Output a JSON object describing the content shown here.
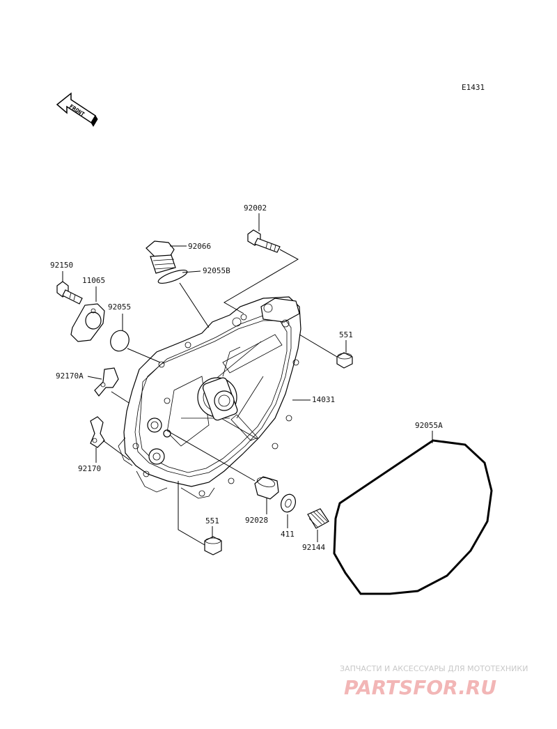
{
  "diagram_code": "E1431",
  "front_label": "FRONT",
  "parts": {
    "p92002": "92002",
    "p92066": "92066",
    "p92055B": "92055B",
    "p92150": "92150",
    "p11065": "11065",
    "p92055": "92055",
    "p551_top": "551",
    "p14031": "14031",
    "p92170A": "92170A",
    "p92055A": "92055A",
    "p92170": "92170",
    "p551_bottom": "551",
    "p92028": "92028",
    "p411": "411",
    "p92144": "92144"
  },
  "watermark": {
    "tagline": "ЗАПЧАСТИ И АКСЕССУАРЫ ДЛЯ МОТОТЕХНИКИ",
    "brand": "PARTSFOR.RU",
    "color": "#e05050"
  }
}
